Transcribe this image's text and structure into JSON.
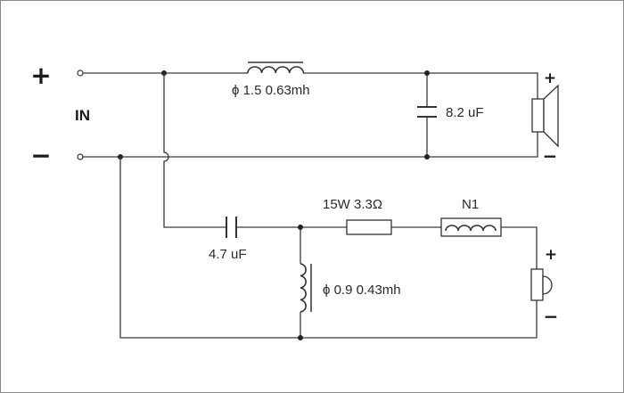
{
  "input": {
    "label": "IN",
    "plus_sign": "+",
    "minus_sign": "−"
  },
  "tweeter": {
    "inductor_label": "ϕ 1.5  0.63mh",
    "capacitor_label": "8.2 uF",
    "plus_sign": "+",
    "minus_sign": "−"
  },
  "woofer": {
    "capacitor_label": "4.7 uF",
    "inductor_label": "ϕ 0.9  0.43mh",
    "resistor_label": "15W 3.3Ω",
    "n1_label": "N1",
    "plus_sign": "+",
    "minus_sign": "−"
  }
}
